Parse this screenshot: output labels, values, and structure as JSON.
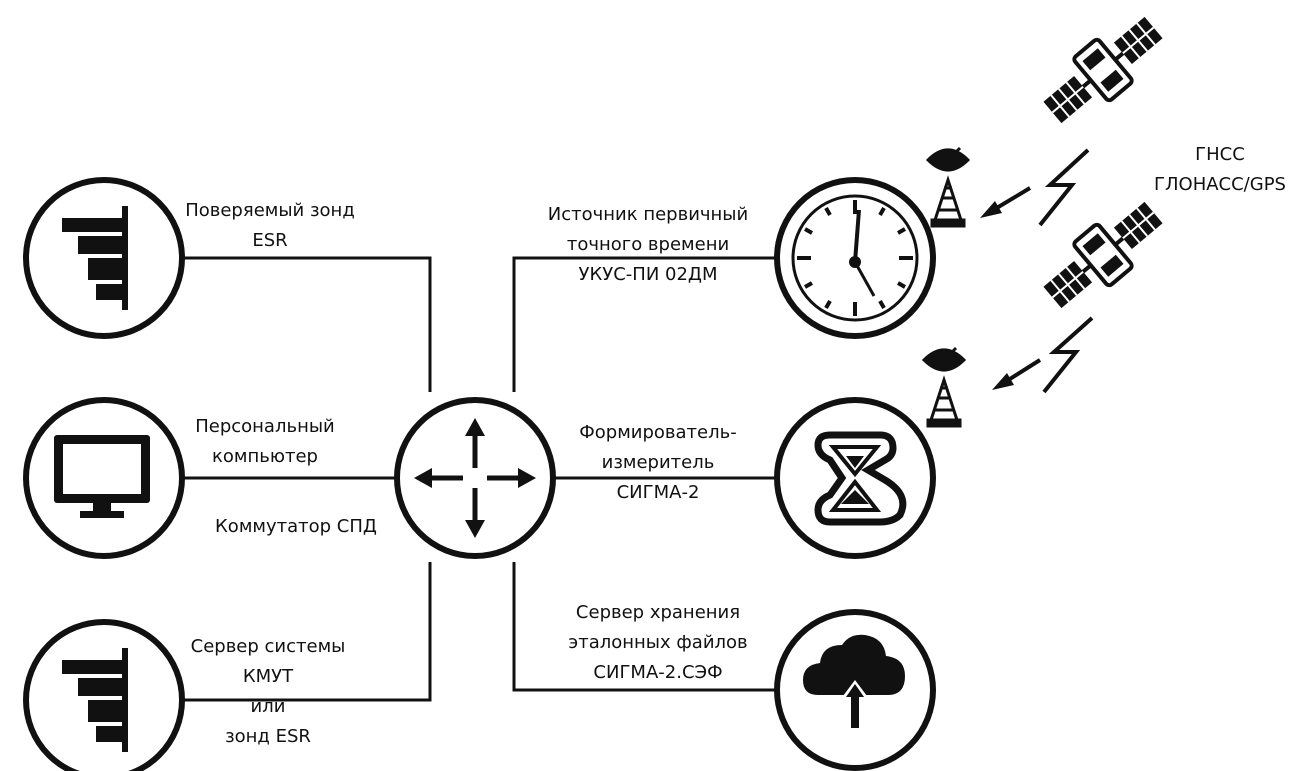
{
  "labels": {
    "probe": {
      "line1": "Поверяемый зонд",
      "line2": "ESR"
    },
    "pc": {
      "line1": "Персональный",
      "line2": "компьютер"
    },
    "switch": "Коммутатор СПД",
    "server": {
      "line1": "Сервер системы",
      "line2": "КМУТ",
      "line3": "или",
      "line4": "зонд ESR"
    },
    "source": {
      "line1": "Источник первичный",
      "line2": "точного времени",
      "line3": "УКУС-ПИ 02ДМ"
    },
    "sigma": {
      "line1": "Формирователь-",
      "line2": "измеритель",
      "line3": "СИГМА-2"
    },
    "storage": {
      "line1": "Сервер хранения",
      "line2": "эталонных файлов",
      "line3": "СИГМА-2.СЭФ"
    },
    "gnss": {
      "line1": "ГНСС",
      "line2": "ГЛОНАСС/GPS"
    }
  },
  "colors": {
    "stroke": "#111111",
    "background": "#ffffff"
  }
}
